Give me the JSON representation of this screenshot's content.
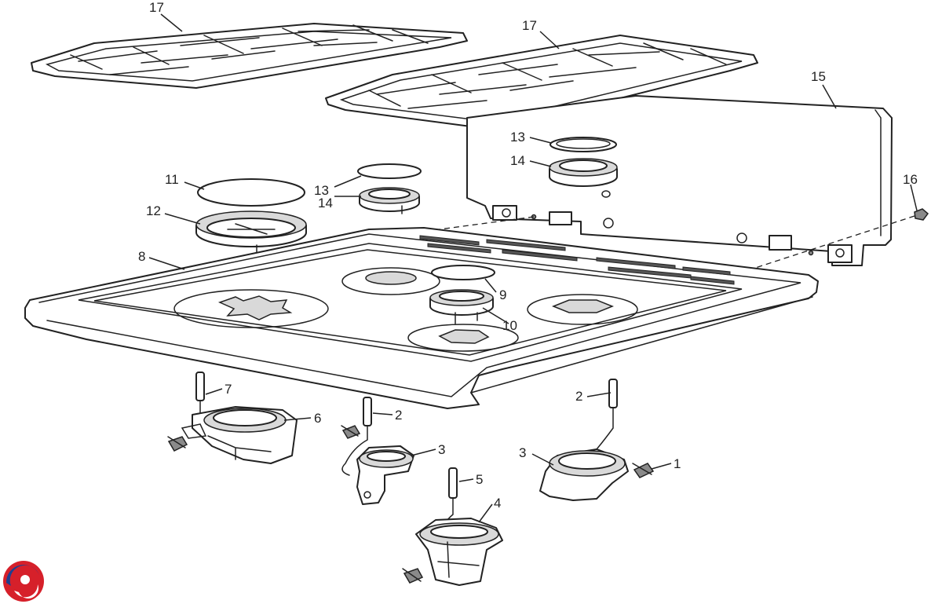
{
  "callouts": {
    "c1": "1",
    "c2a": "2",
    "c2b": "2",
    "c3a": "3",
    "c3b": "3",
    "c4": "4",
    "c5": "5",
    "c6": "6",
    "c7": "7",
    "c8": "8",
    "c9": "9",
    "c10": "10",
    "c11": "11",
    "c12": "12",
    "c13a": "13",
    "c13b": "13",
    "c14a": "14",
    "c14b": "14",
    "c15": "15",
    "c16": "16",
    "c17a": "17",
    "c17b": "17"
  },
  "colors": {
    "line": "#222222",
    "logo_red": "#d6202a",
    "logo_blue": "#1f3f8f"
  }
}
